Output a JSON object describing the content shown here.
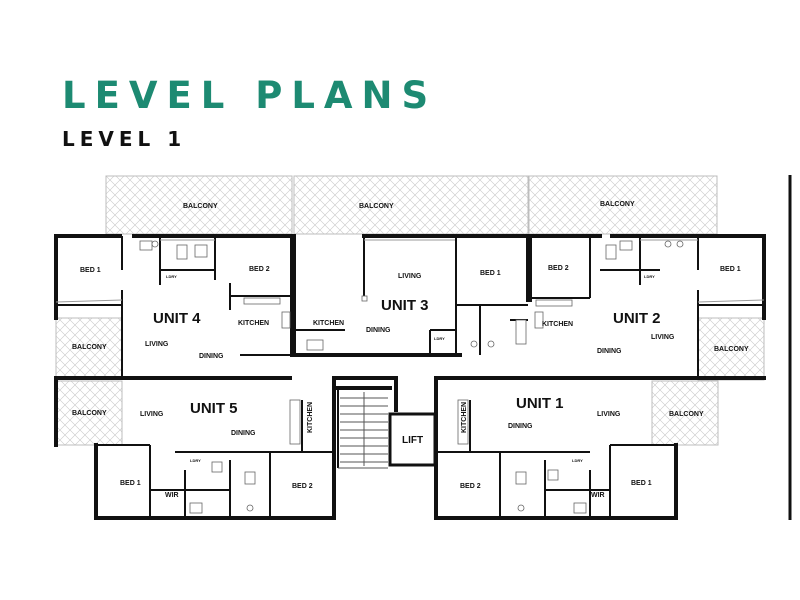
{
  "header": {
    "title": "LEVEL PLANS",
    "subtitle": "LEVEL 1"
  },
  "plan": {
    "units": [
      "UNIT 1",
      "UNIT 2",
      "UNIT 3",
      "UNIT 4",
      "UNIT 5"
    ],
    "labels": {
      "balcony": "BALCONY",
      "bed1": "BED 1",
      "bed2": "BED 2",
      "living": "LIVING",
      "dining": "DINING",
      "kitchen": "KITCHEN",
      "wir": "WIR",
      "ldry": "LDRY",
      "lift": "LIFT"
    }
  }
}
